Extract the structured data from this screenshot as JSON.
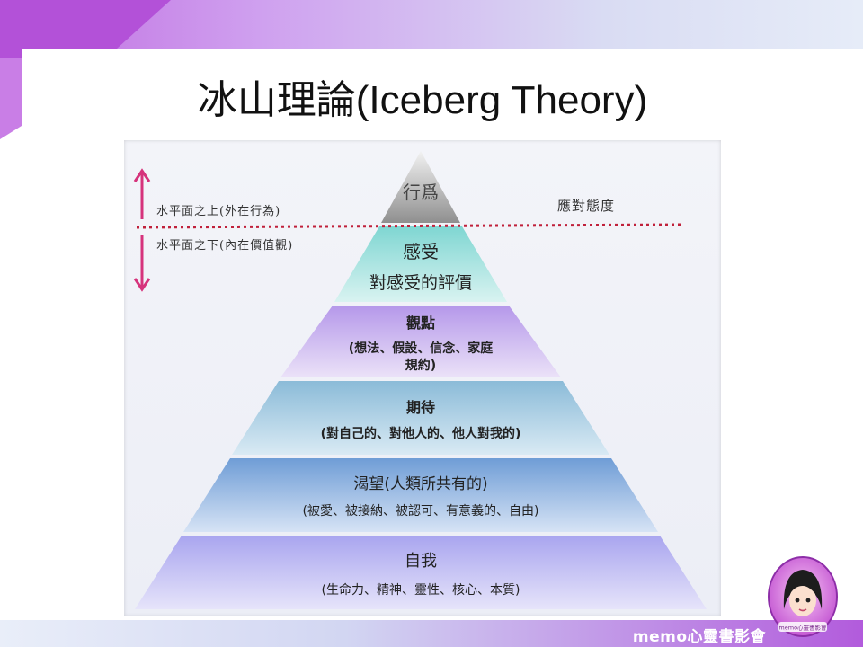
{
  "slide": {
    "title": "冰山理論(Iceberg Theory)",
    "brand": "memo心靈書影會",
    "avatar_badge": "memo心靈書影會"
  },
  "diagram": {
    "above_label": "水平面之上(外在行為)",
    "below_label": "水平面之下(內在價值觀)",
    "coping_label": "應對態度",
    "levels": [
      {
        "title": "行爲",
        "detail": ""
      },
      {
        "title": "感受",
        "detail": "對感受的評價"
      },
      {
        "title": "觀點",
        "detail": "(想法、假設、信念、家庭",
        "detail2": "規約)"
      },
      {
        "title": "期待",
        "detail": "(對自己的、對他人的、他人對我的)"
      },
      {
        "title": "渴望(人類所共有的)",
        "detail": "(被愛、被接納、被認可、有意義的、自由)"
      },
      {
        "title": "自我",
        "detail": "(生命力、精神、靈性、核心、本質)"
      }
    ]
  },
  "colors": {
    "accent_magenta": "#d6337c",
    "waterline": "#c0203a"
  }
}
